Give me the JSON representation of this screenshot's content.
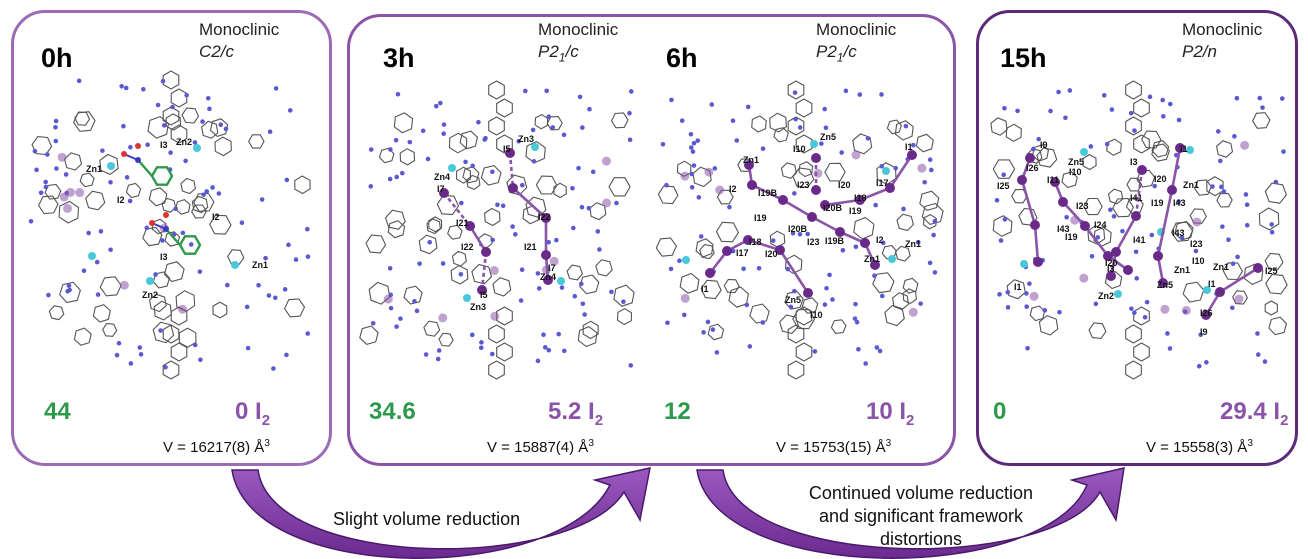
{
  "panels": [
    {
      "time": "0h",
      "system": "Monoclinic",
      "group_pre": "C2/",
      "group_post": "c",
      "group_sub": "",
      "guest_count": "44",
      "iodine": "0",
      "volume": "V = 16217(8) Å"
    },
    {
      "time": "3h",
      "system": "Monoclinic",
      "group_pre": "P2",
      "group_sub": "1",
      "group_post": "/c",
      "guest_count": "34.6",
      "iodine": "5.2",
      "volume": "V = 15887(4) Å"
    },
    {
      "time": "6h",
      "system": "Monoclinic",
      "group_pre": "P2",
      "group_sub": "1",
      "group_post": "/c",
      "guest_count": "12",
      "iodine": "10",
      "volume": "V = 15753(15) Å"
    },
    {
      "time": "15h",
      "system": "Monoclinic",
      "group_pre": "P2/",
      "group_sub": "",
      "group_post": "n",
      "guest_count": "0",
      "iodine": "29.4",
      "volume": "V = 15558(3) Å"
    }
  ],
  "iodine_unit": "I",
  "iodine_sub": "2",
  "volume_unit_sup": "3",
  "arrows": [
    {
      "label_lines": [
        "Slight volume reduction"
      ]
    },
    {
      "label_lines": [
        "Continued volume reduction",
        "and significant framework",
        "distortions"
      ]
    }
  ],
  "atom_labels": {
    "p0": [
      "Zn2",
      "Zn1",
      "I3",
      "I2",
      "I2",
      "I3",
      "Zn1",
      "Zn2"
    ],
    "p3": [
      "Zn3",
      "I5",
      "Zn4",
      "I7",
      "I22",
      "I21",
      "I21",
      "I22",
      "I7",
      "Zn4",
      "I5",
      "Zn3"
    ],
    "p6": [
      "Zn5",
      "I10",
      "I1",
      "Zn1",
      "I2",
      "I19B",
      "I23",
      "I20",
      "I18",
      "I17",
      "I19",
      "I20B",
      "I20B",
      "I23",
      "I19B",
      "I2",
      "I19",
      "I18",
      "I20",
      "I17",
      "Zn1",
      "I1",
      "I10",
      "Zn5",
      "Zn1"
    ],
    "p15": [
      "I9",
      "I26",
      "I25",
      "I11",
      "Zn5",
      "I3",
      "I1",
      "Zn1",
      "I10",
      "I20",
      "I41",
      "I19",
      "I43",
      "I23",
      "I24",
      "I43",
      "I19",
      "I41",
      "I20",
      "I43",
      "Zn1",
      "I23",
      "I1",
      "I3",
      "I10",
      "Zn2",
      "Zn5",
      "Zn1",
      "I1",
      "I25",
      "I26",
      "I9"
    ]
  },
  "colors": {
    "guest_green": "#2c9a4a",
    "iodine_purple": "#8a55a8",
    "iodine_dark": "#6a2a8a",
    "zinc_cyan": "#48c8d8",
    "nitrogen_blue": "#5a5ad0",
    "framework_gray": "#555555",
    "arrow_purple": "#7a3aa0"
  }
}
